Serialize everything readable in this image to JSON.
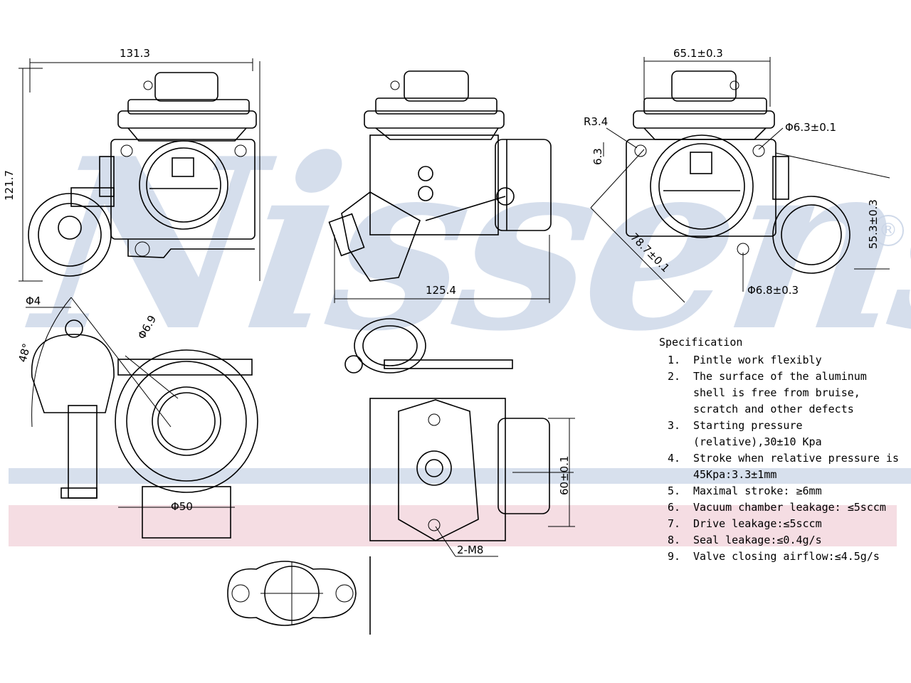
{
  "brand": {
    "watermark": "Nissens",
    "registered_mark": "®",
    "colors": {
      "watermark_blue": "#c7d3e6",
      "stripe_blue": "#cdd8e9",
      "stripe_pink": "#f3d5dc",
      "line": "#000000"
    }
  },
  "dimensions": {
    "d1": "131.3",
    "d2": "121.7",
    "d3": "125.4",
    "d4": "65.1±0.3",
    "d5": "R3.4",
    "d6": "6.3",
    "d7": "Φ6.3±0.1",
    "d8": "78.7±0.1",
    "d9": "55.3±0.3",
    "d10": "Φ6.8±0.3",
    "d11": "Φ4",
    "d12": "48°",
    "d13": "Φ6.9",
    "d14": "Φ50",
    "d15": "60±0.1",
    "d16": "2-M8"
  },
  "specification": {
    "title": "Specification",
    "items": [
      {
        "num": "1.",
        "text": "Pintle work flexibly"
      },
      {
        "num": "2.",
        "text": "The surface of the aluminum shell is free from bruise, scratch and other defects"
      },
      {
        "num": "3.",
        "text": "Starting pressure (relative),30±10 Kpa"
      },
      {
        "num": "4.",
        "text": "Stroke when relative pressure is 45Kpa:3.3±1mm"
      },
      {
        "num": "5.",
        "text": "Maximal stroke: ≥6mm"
      },
      {
        "num": "6.",
        "text": "Vacuum chamber leakage: ≤5sccm"
      },
      {
        "num": "7.",
        "text": "Drive leakage:≤5sccm"
      },
      {
        "num": "8.",
        "text": "Seal leakage:≤0.4g/s"
      },
      {
        "num": "9.",
        "text": "Valve closing airflow:≤4.5g/s"
      }
    ]
  }
}
